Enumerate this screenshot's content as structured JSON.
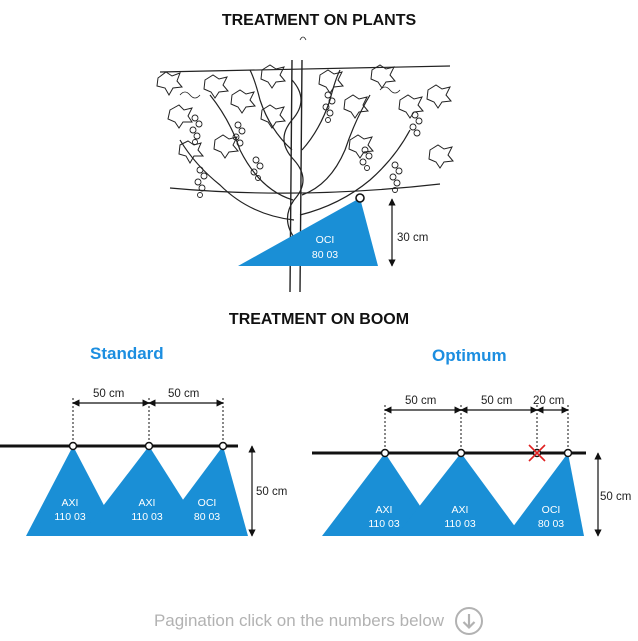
{
  "colors": {
    "spray": "#1a8fd6",
    "accent": "#1c8ee0",
    "line": "#111111",
    "pagination": "#b2b2b2",
    "cross": "#e02020"
  },
  "plants": {
    "title": "TREATMENT ON PLANTS",
    "nozzle": {
      "model": "OCI",
      "code": "80 03"
    },
    "height_label": "30  cm"
  },
  "boom": {
    "title": "TREATMENT ON BOOM",
    "standard": {
      "label": "Standard",
      "spacings": [
        "50  cm",
        "50  cm"
      ],
      "height_label": "50  cm",
      "nozzles": [
        {
          "model": "AXI",
          "code": "110 03"
        },
        {
          "model": "AXI",
          "code": "110 03"
        },
        {
          "model": "OCI",
          "code": "80 03"
        }
      ]
    },
    "optimum": {
      "label": "Optimum",
      "spacings": [
        "50  cm",
        "50  cm",
        "20  cm"
      ],
      "height_label": "50  cm",
      "nozzles": [
        {
          "model": "AXI",
          "code": "110 03"
        },
        {
          "model": "AXI",
          "code": "110 03"
        },
        {
          "model": "OCI",
          "code": "80 03"
        }
      ]
    }
  },
  "pagination": {
    "text": "Pagination click on the numbers below",
    "icon": "arrow-down-circle-icon"
  }
}
